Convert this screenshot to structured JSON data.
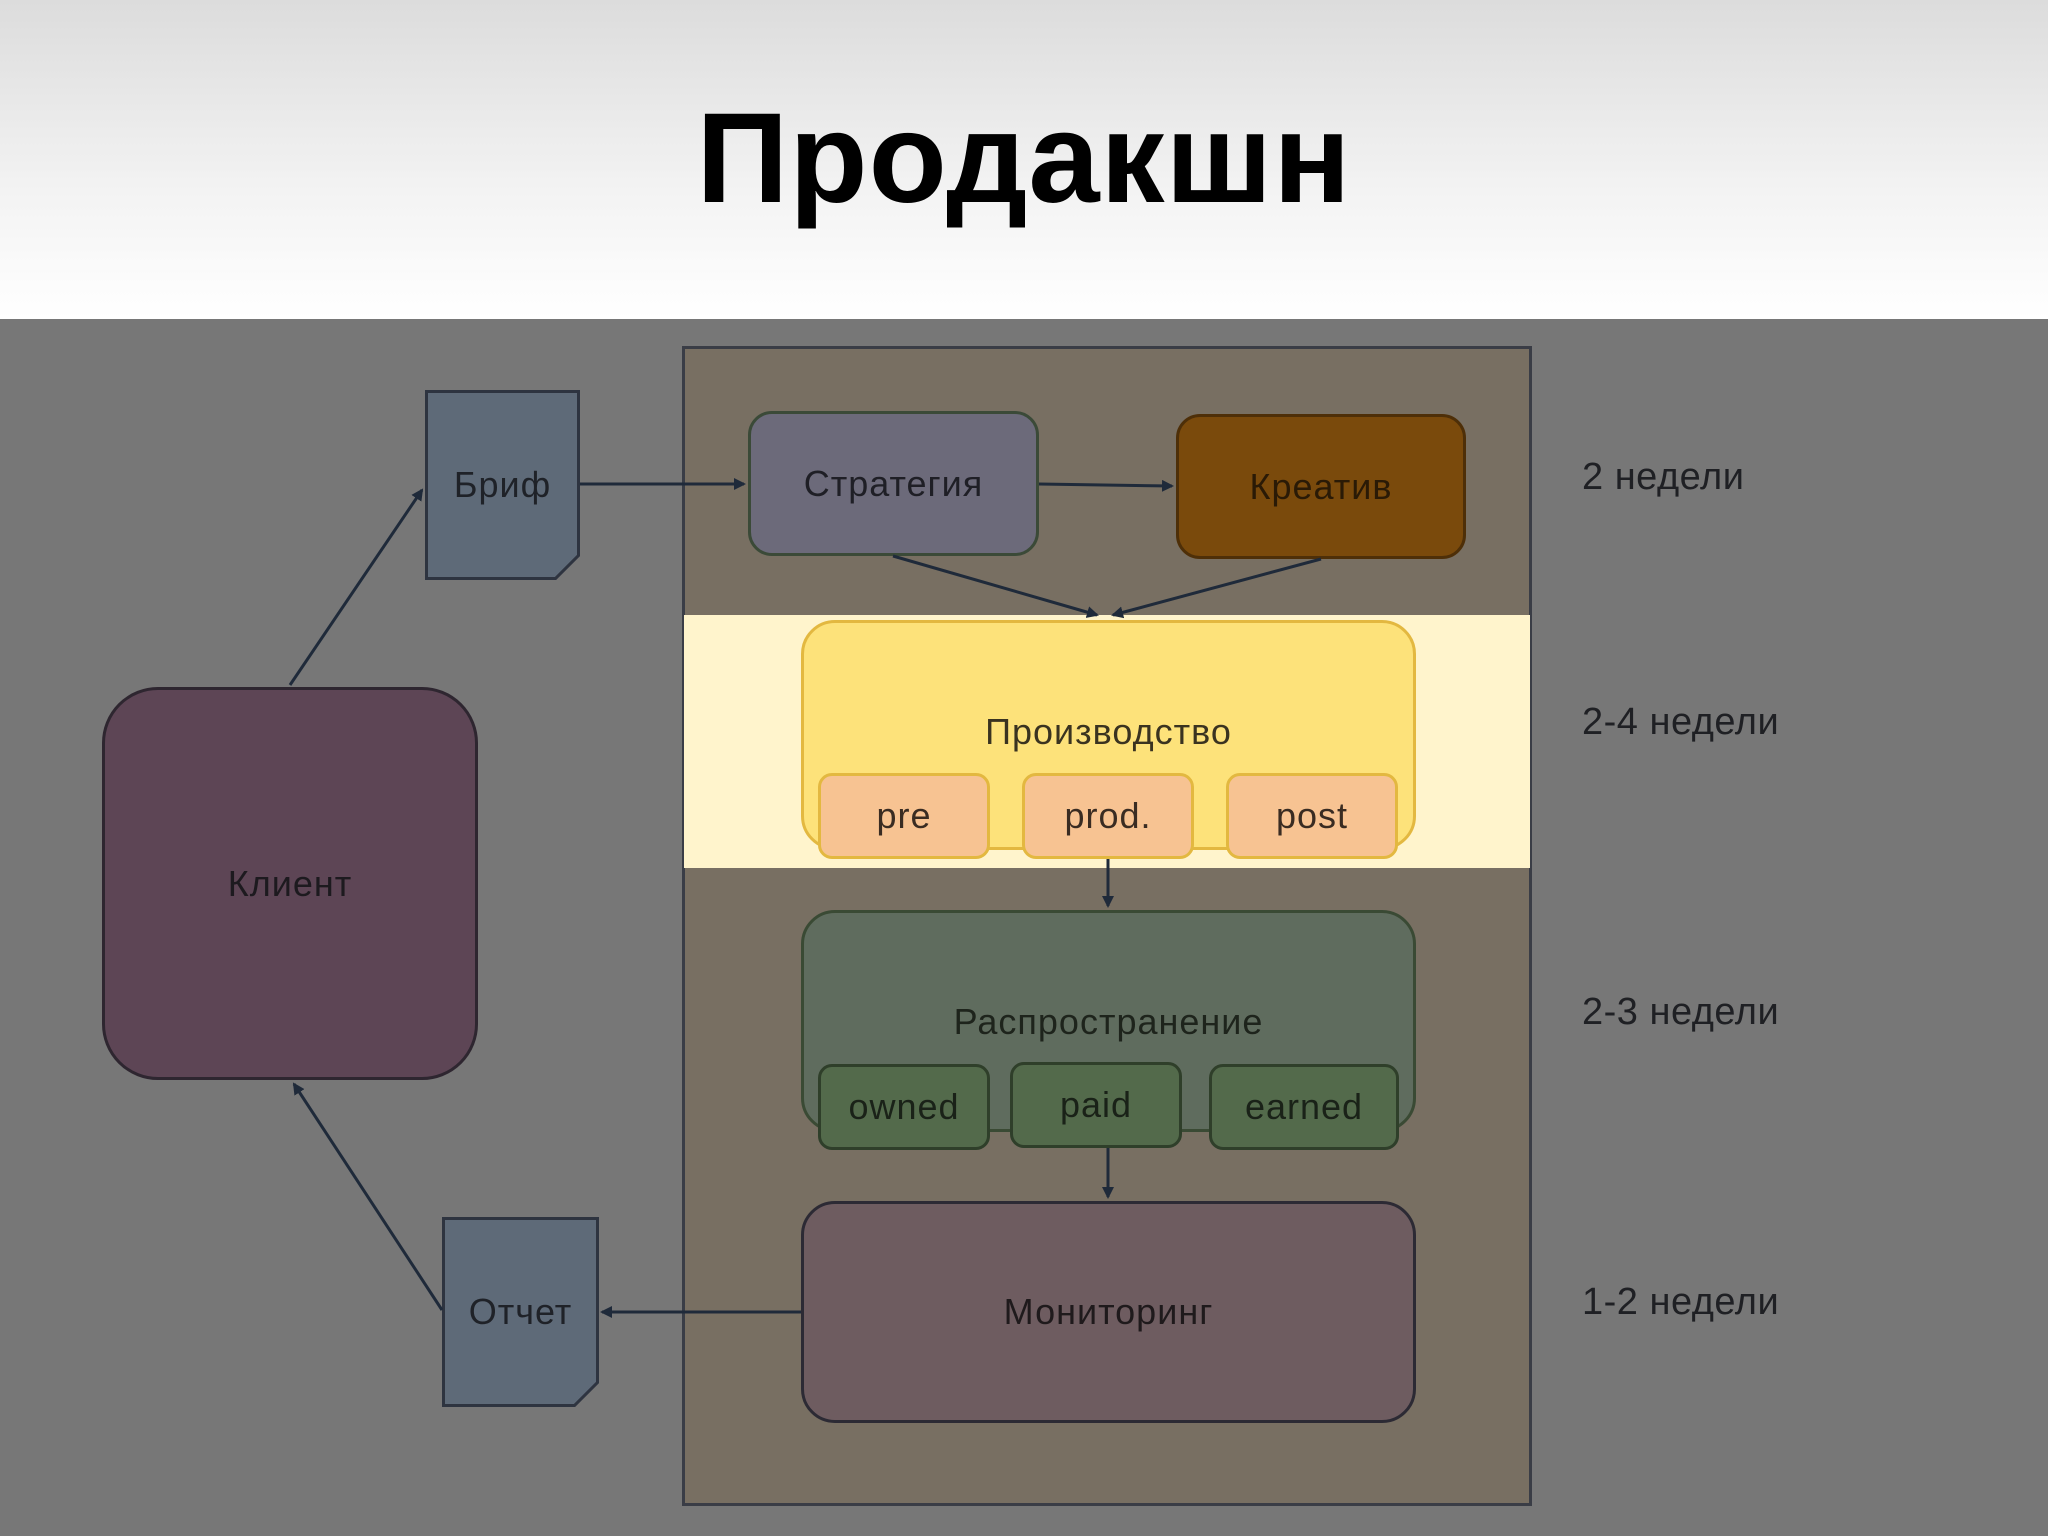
{
  "slide": {
    "title": "Продакшн"
  },
  "diagram": {
    "client": "Клиент",
    "brief": "Бриф",
    "report": "Отчет",
    "strategy": "Стратегия",
    "creative": "Креатив",
    "production": {
      "label": "Производство",
      "stages": [
        "pre",
        "prod.",
        "post"
      ]
    },
    "distribution": {
      "label": "Распространение",
      "channels": [
        "owned",
        "paid",
        "earned"
      ]
    },
    "monitoring": "Мониторинг",
    "durations": [
      "2 недели",
      "2-4 недели",
      "2-3 недели",
      "1-2 недели"
    ]
  },
  "colors": {
    "client": "#5d4555",
    "document": "#5e6a78",
    "strategy": "#6c6a7a",
    "creative": "#7a4a0c",
    "production": "#fde27a",
    "production_stage": "#f7c392",
    "distribution": "#5f6c5e",
    "distribution_channel": "#536a4b",
    "monitoring": "#6e5c60",
    "panel": "#786f62",
    "highlight": "#fff4cc"
  }
}
